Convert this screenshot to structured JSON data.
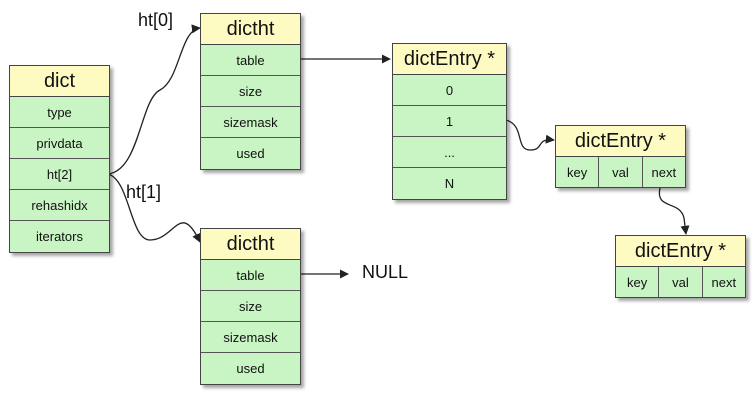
{
  "dict": {
    "title": "dict",
    "fields": [
      "type",
      "privdata",
      "ht[2]",
      "rehashidx",
      "iterators"
    ]
  },
  "ht0": {
    "title": "dictht",
    "fields": [
      "table",
      "size",
      "sizemask",
      "used"
    ]
  },
  "ht1": {
    "title": "dictht",
    "fields": [
      "table",
      "size",
      "sizemask",
      "used"
    ]
  },
  "table_array": {
    "title": "dictEntry *",
    "slots": [
      "0",
      "1",
      "...",
      "N"
    ]
  },
  "entry1": {
    "title": "dictEntry *",
    "fields": [
      "key",
      "val",
      "next"
    ]
  },
  "entry2": {
    "title": "dictEntry *",
    "fields": [
      "key",
      "val",
      "next"
    ]
  },
  "labels": {
    "ht0": "ht[0]",
    "ht1": "ht[1]",
    "null": "NULL"
  },
  "colors": {
    "header": "#fdfbc2",
    "body": "#c9f5c4",
    "line": "#222222"
  }
}
